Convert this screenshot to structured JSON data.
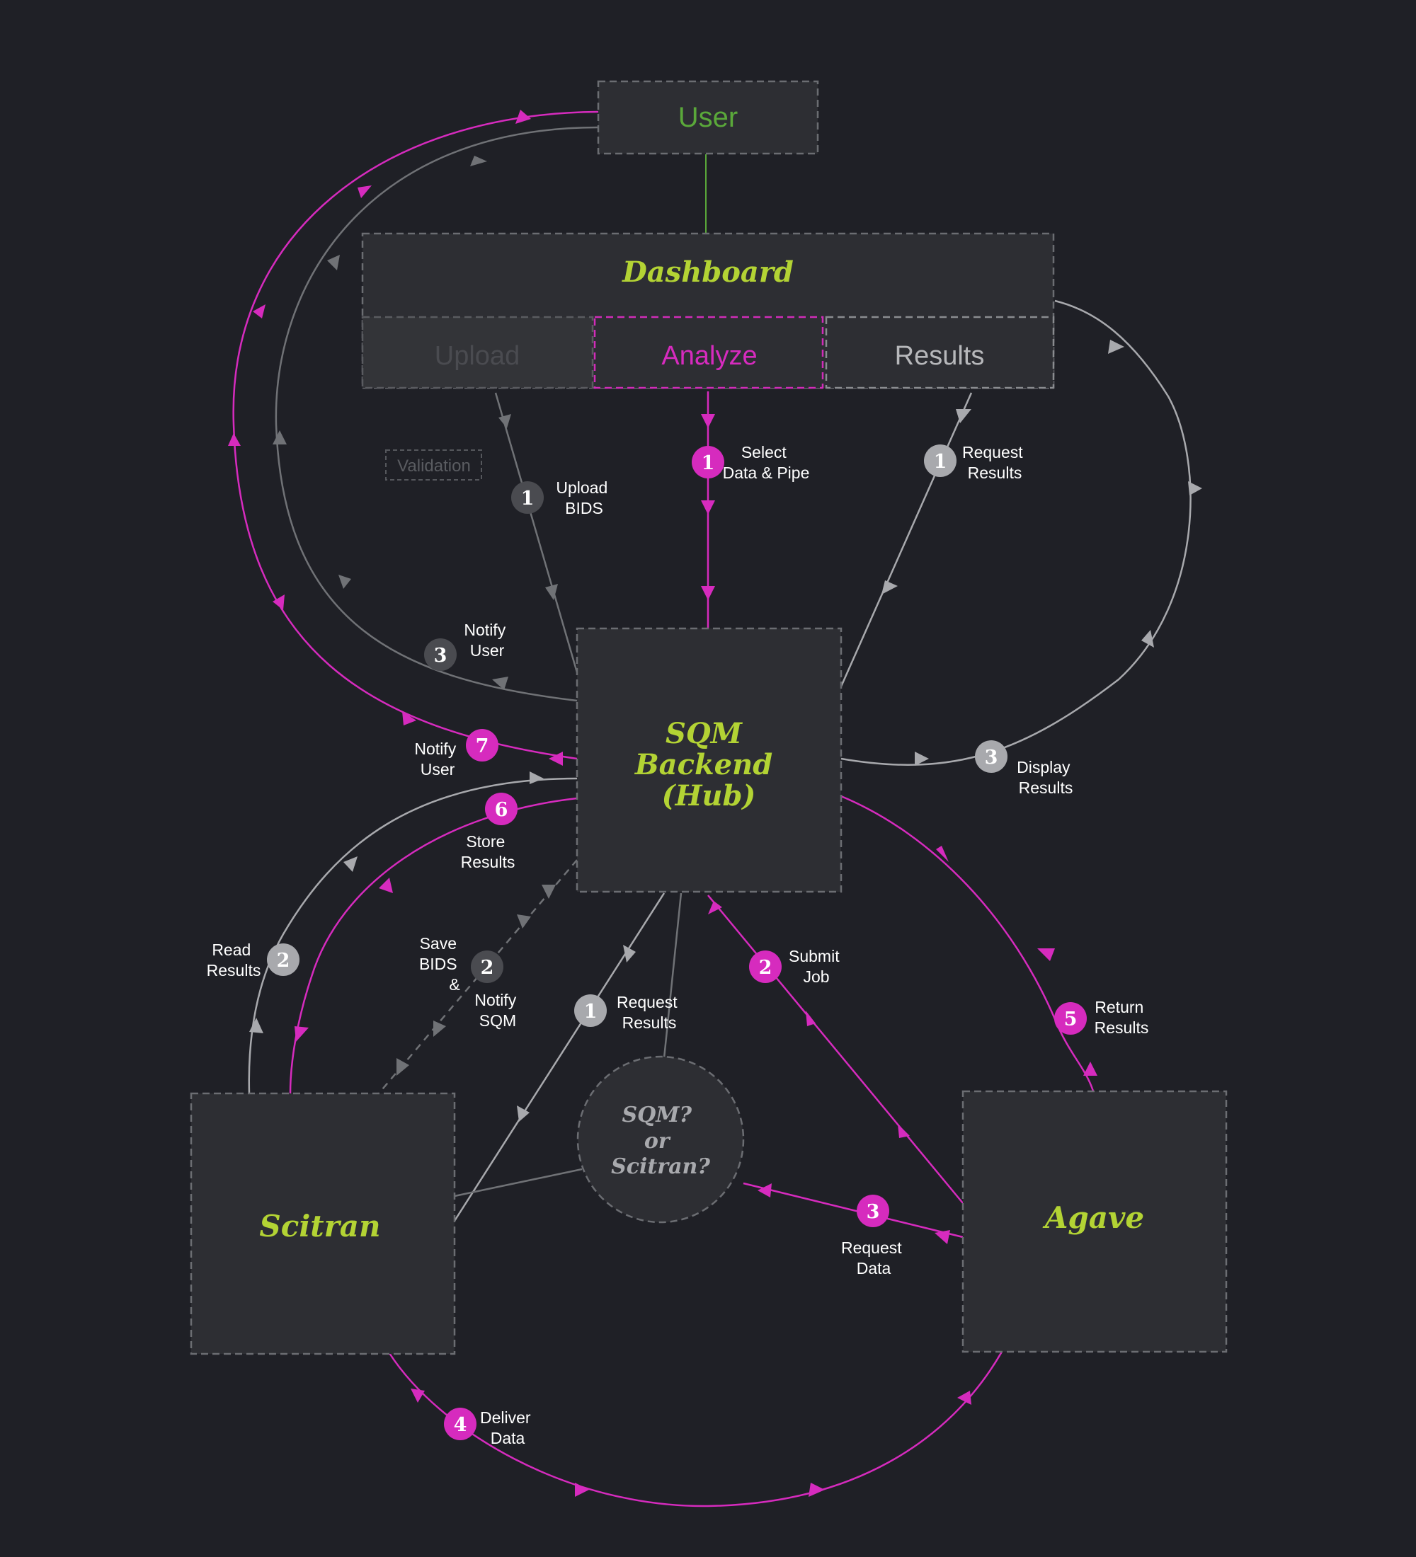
{
  "nodes": {
    "user": "User",
    "dashboard": "Dashboard",
    "upload_tab": "Upload",
    "analyze_tab": "Analyze",
    "results_tab": "Results",
    "validation": "Validation",
    "backend": [
      "SQM",
      "Backend",
      "(Hub)"
    ],
    "scitran": "Scitran",
    "agave": "Agave",
    "question": [
      "SQM?",
      "or",
      "Scitran?"
    ]
  },
  "steps": {
    "upload_bids": {
      "num": "1",
      "lines": [
        "Upload",
        "BIDS"
      ]
    },
    "select_data": {
      "num": "1",
      "lines": [
        "Select",
        "Data & Pipe"
      ]
    },
    "request_results_top": {
      "num": "1",
      "lines": [
        "Request",
        "Results"
      ]
    },
    "notify_user_grey": {
      "num": "3",
      "lines": [
        "Notify",
        "User"
      ]
    },
    "notify_user_pink": {
      "num": "7",
      "lines": [
        "Notify",
        "User"
      ]
    },
    "display_results": {
      "num": "3",
      "lines": [
        "Display",
        "Results"
      ]
    },
    "store_results": {
      "num": "6",
      "lines": [
        "Store",
        "Results"
      ]
    },
    "read_results": {
      "num": "2",
      "lines": [
        "Read",
        "Results"
      ]
    },
    "save_bids": {
      "num": "2",
      "lines": [
        "Save",
        "BIDS",
        "&",
        "Notify",
        "SQM"
      ]
    },
    "request_results_mid": {
      "num": "1",
      "lines": [
        "Request",
        "Results"
      ]
    },
    "submit_job": {
      "num": "2",
      "lines": [
        "Submit",
        "Job"
      ]
    },
    "return_results": {
      "num": "5",
      "lines": [
        "Return",
        "Results"
      ]
    },
    "request_data": {
      "num": "3",
      "lines": [
        "Request",
        "Data"
      ]
    },
    "deliver_data": {
      "num": "4",
      "lines": [
        "Deliver",
        "Data"
      ]
    }
  },
  "colors": {
    "background": "#1f2026",
    "pink": "#d62bbe",
    "lime": "#b3d334",
    "user_green": "#5aa83a",
    "grey_badge": "#a8a9ad",
    "dark_badge": "#4a4b50"
  }
}
